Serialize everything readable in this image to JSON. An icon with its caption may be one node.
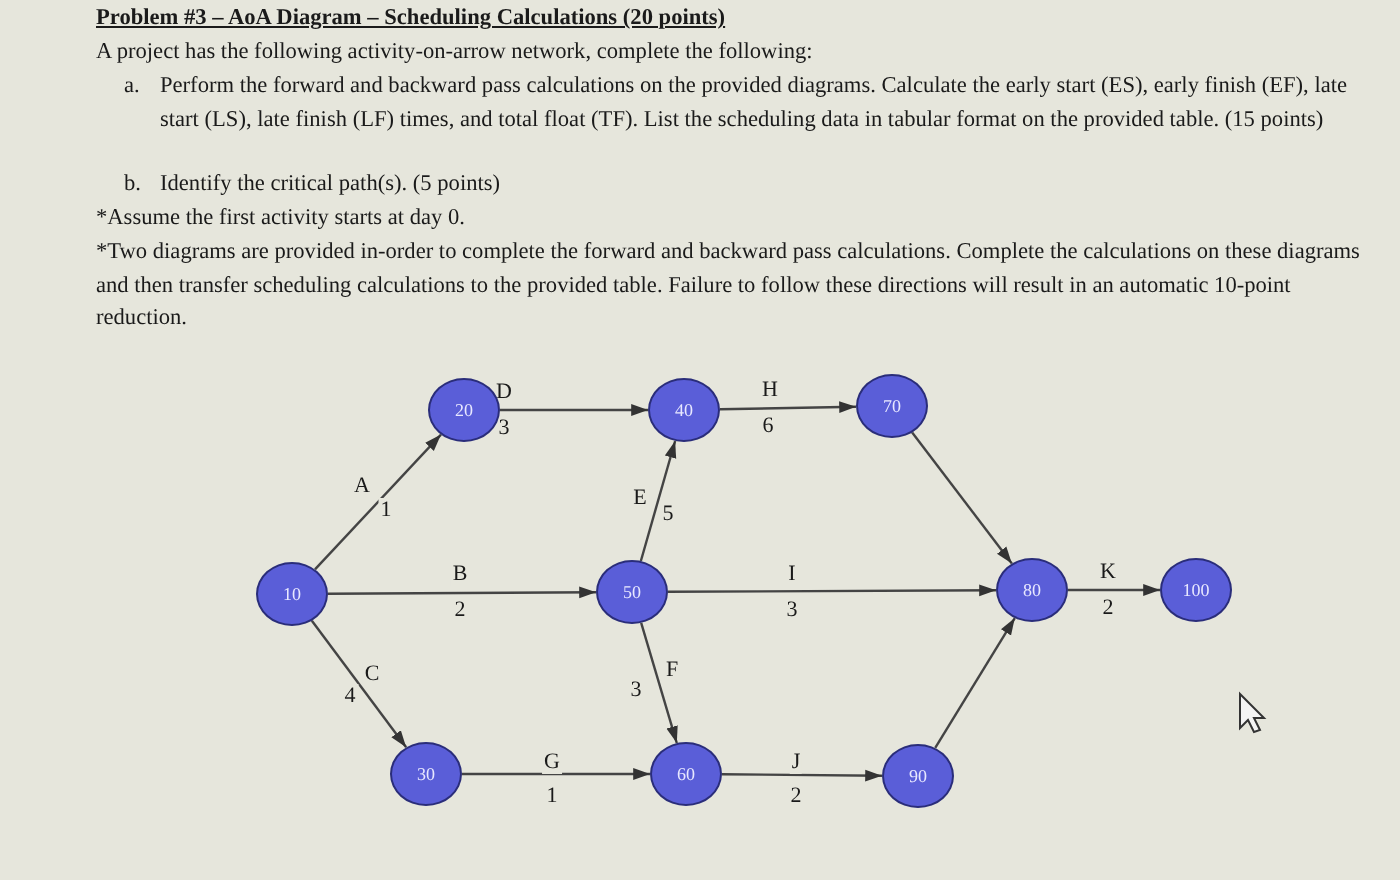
{
  "diagram": {
    "title": "Problem #3 – AoA Diagram – Scheduling Calculations (20 points)",
    "nodes": [
      {
        "text": [
          "10"
        ]
      },
      {
        "text": [
          "20"
        ]
      },
      {
        "text": [
          "30"
        ]
      },
      {
        "text": [
          "40"
        ]
      },
      {
        "text": [
          "50"
        ]
      },
      {
        "text": [
          "60"
        ]
      },
      {
        "text": [
          "70"
        ]
      },
      {
        "text": [
          "80"
        ]
      },
      {
        "text": [
          "90"
        ]
      },
      {
        "text": [
          "100"
        ]
      }
    ],
    "edges": [
      {
        "from": 0,
        "to": 1,
        "arrow": "to",
        "label": "A"
      },
      {
        "from": 0,
        "to": 4,
        "arrow": "to",
        "label": "B"
      },
      {
        "from": 0,
        "to": 2,
        "arrow": "to",
        "label": "C"
      },
      {
        "from": 1,
        "to": 3,
        "arrow": "to",
        "label": "D"
      },
      {
        "from": 4,
        "to": 3,
        "arrow": "to",
        "label": "E"
      },
      {
        "from": 4,
        "to": 5,
        "arrow": "to",
        "label": "F"
      },
      {
        "from": 2,
        "to": 5,
        "arrow": "to",
        "label": "G"
      },
      {
        "from": 3,
        "to": 6,
        "arrow": "to",
        "label": "H"
      },
      {
        "from": 4,
        "to": 7,
        "arrow": "to",
        "label": "I"
      },
      {
        "from": 5,
        "to": 8,
        "arrow": "to",
        "label": "J"
      },
      {
        "from": 6,
        "to": 7,
        "arrow": "to"
      },
      {
        "from": 8,
        "to": 7,
        "arrow": "to"
      },
      {
        "from": 7,
        "to": 9,
        "arrow": "to",
        "label": "K"
      }
    ],
    "labels": [
      "A project has the following activity-on-arrow network, complete the following:",
      "a.",
      "Perform the forward and backward pass calculations on the provided diagrams. Calculate the early start (ES), early finish (EF), late start (LS), late finish (LF) times, and total float (TF). List the scheduling data in tabular format on the provided table. (15 points)",
      "b.",
      "Identify the critical path(s). (5 points)",
      "*Assume the first activity starts at day 0.",
      "*Two diagrams are provided in-order to complete the forward and backward pass calculations. Complete the calculations on these diagrams and then transfer scheduling calculations to the provided table. Failure to follow these directions will result in an automatic 10-point reduction.",
      "1",
      "2",
      "4",
      "3",
      "5",
      "3",
      "1",
      "6",
      "3",
      "2",
      "2"
    ]
  }
}
